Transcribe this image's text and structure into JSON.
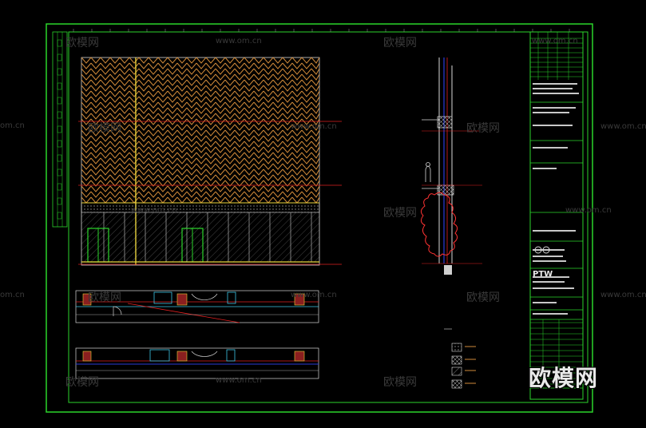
{
  "watermark": {
    "brand_cn": "欧模网",
    "url": "www.om.cn",
    "url_short": "www.om.cn",
    "url_edge": "om.cn"
  },
  "title_block": {
    "company_code": "PTW",
    "brand_logo_text": "欧模网"
  },
  "colors": {
    "background": "#000000",
    "frame": "#2bd52b",
    "pattern": "#d08a3a",
    "cut_line": "#e22020",
    "column": "#e8d23a",
    "pipe_blue": "#2a3bd8",
    "glass_cyan": "#3ec6e6",
    "shrub": "#ff3333",
    "white_line": "#d8d8d8"
  }
}
